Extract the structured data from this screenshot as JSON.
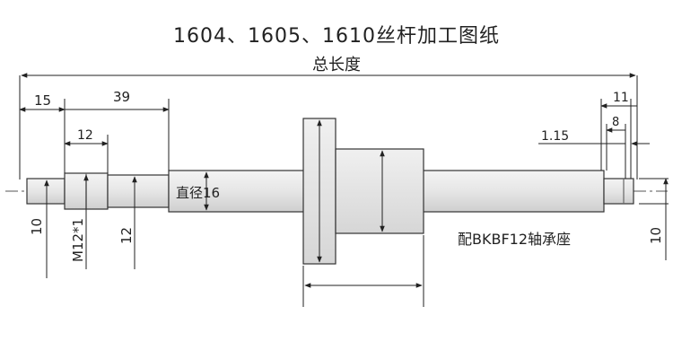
{
  "title": "1604、1605、1610丝杆加工图纸",
  "subtitle": "总长度",
  "dimensions": {
    "d15": "15",
    "d39": "39",
    "d12_top": "12",
    "d10_left": "10",
    "m12": "M12*1",
    "d12_left": "12",
    "diameter": "直径16",
    "d11": "11",
    "d8": "8",
    "d1_15": "1.15",
    "d10_right": "10"
  },
  "note": "配BKBF12轴承座"
}
